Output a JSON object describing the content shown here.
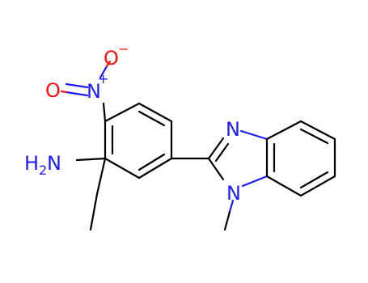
{
  "molecule": {
    "atoms": {
      "nitro_o_top": "O",
      "nitro_o_charge": "−",
      "nitro_o_left": "O",
      "nitro_n": "N",
      "nitro_n_charge": "+",
      "amine_h": "H",
      "amine_h_count": "2",
      "amine_n": "N",
      "imidazole_n3": "N",
      "imidazole_n1": "N"
    },
    "colors": {
      "carbon_bond": "#000000",
      "nitrogen": "#1a1aff",
      "oxygen": "#ff0d0d"
    }
  }
}
